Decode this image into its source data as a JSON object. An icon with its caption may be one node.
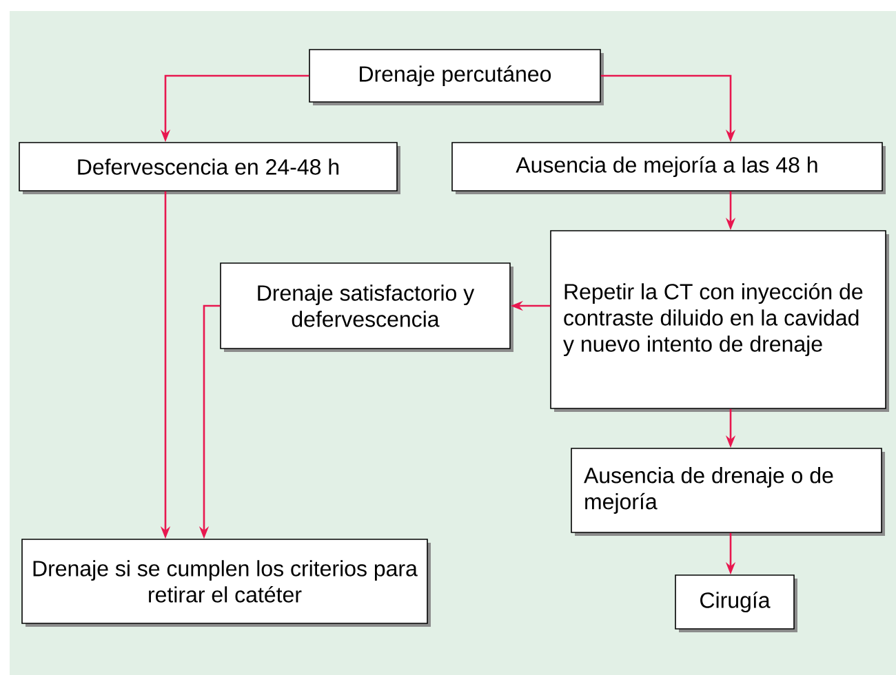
{
  "diagram": {
    "nodes": [
      {
        "text": [
          "Drenaje percutáneo"
        ]
      },
      {
        "text": [
          "Defervescencia en 24-48 h"
        ]
      },
      {
        "text": [
          "Ausencia de mejoría a las 48 h"
        ]
      },
      {
        "text": [
          "Repetir la CT con inyección de contraste diluido en la cavidad y nuevo intento de drenaje"
        ]
      },
      {
        "text": [
          "Drenaje satisfactorio y defervescencia"
        ]
      },
      {
        "text": [
          "Ausencia de drenaje o de mejoría"
        ]
      },
      {
        "text": [
          "Drenaje si se cumplen los criterios para retirar el catéter"
        ]
      },
      {
        "text": [
          "Cirugía"
        ]
      }
    ],
    "edges": [
      {
        "from": 0,
        "to": 1,
        "arrow": "to"
      },
      {
        "from": 0,
        "to": 2,
        "arrow": "to"
      },
      {
        "from": 1,
        "to": 6,
        "arrow": "to"
      },
      {
        "from": 2,
        "to": 3,
        "arrow": "to"
      },
      {
        "from": 3,
        "to": 4,
        "arrow": "to"
      },
      {
        "from": 4,
        "to": 6,
        "arrow": "to"
      },
      {
        "from": 3,
        "to": 5,
        "arrow": "to"
      },
      {
        "from": 5,
        "to": 7,
        "arrow": "to"
      }
    ]
  }
}
